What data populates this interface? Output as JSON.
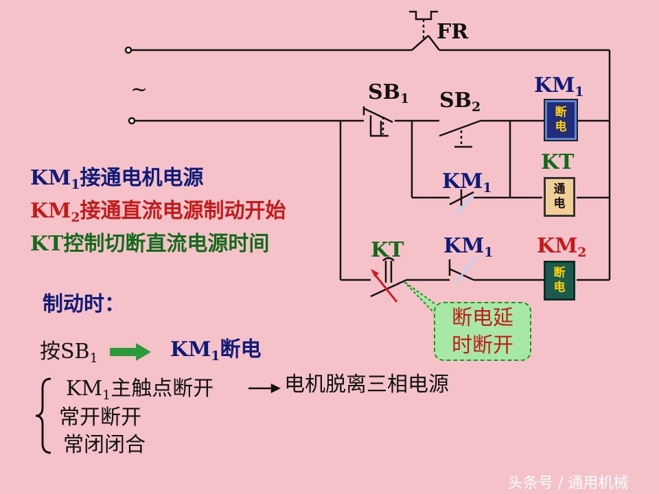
{
  "circuit": {
    "source_symbol": "~",
    "fr_label": "FR",
    "sb1": {
      "name": "SB",
      "sub": "1"
    },
    "sb2": {
      "name": "SB",
      "sub": "2"
    },
    "km1_contact": {
      "name": "KM",
      "sub": "1"
    },
    "km1_contact2": {
      "name": "KM",
      "sub": "1"
    },
    "kt_contact": "KT",
    "coil_km1": {
      "name": "KM",
      "sub": "1",
      "line1": "断",
      "line2": "电"
    },
    "coil_kt": {
      "name": "KT",
      "line1": "通",
      "line2": "电"
    },
    "coil_km2": {
      "name": "KM",
      "sub": "2",
      "line1": "断",
      "line2": "电"
    },
    "callout": {
      "line1": "断电延",
      "line2": "时断开"
    }
  },
  "notes": {
    "km1": {
      "name": "KM",
      "sub": "1",
      "text": "接通电机电源"
    },
    "km2": {
      "name": "KM",
      "sub": "2",
      "text": "接通直流电源制动开始"
    },
    "kt": {
      "text": "KT控制切断直流电源时间"
    }
  },
  "braking": {
    "title": "制动时：",
    "press": {
      "prefix": "按SB",
      "sub": "1"
    },
    "result": {
      "name": "KM",
      "sub": "1",
      "text": "断电"
    },
    "main_contact": {
      "name": "KM",
      "sub": "1",
      "text": "主触点断开"
    },
    "motor": "电机脱离三相电源",
    "no_contact": "常开断开",
    "nc_contact": "常闭闭合"
  },
  "watermark": "头条号 / 通用机械",
  "colors": {
    "background": "#f4c2c8",
    "navy": "#101a78",
    "red": "#c41a1a",
    "green": "#136a1c",
    "callout_fill": "#a8e8a6"
  }
}
